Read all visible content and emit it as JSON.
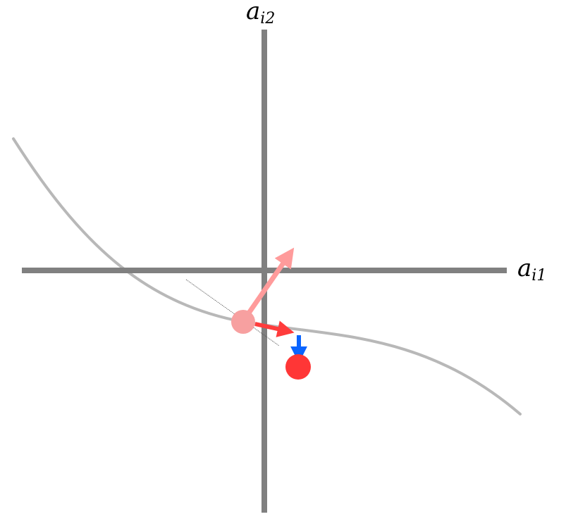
{
  "labels": {
    "y_axis": {
      "main": "a",
      "sub": "i2"
    },
    "x_axis": {
      "main": "a",
      "sub": "i1"
    }
  },
  "colors": {
    "axis": "#808080",
    "curve": "#b8b8b8",
    "tangent": "#555555",
    "gradient_arrow": "#ff9b9b",
    "start_point": "#f7a0a0",
    "step_arrow": "#ff3c3c",
    "projection_arrow": "#0a64ff",
    "end_point": "#ff3636"
  },
  "icons": {
    "start_point": "filled-circle",
    "end_point": "filled-circle",
    "arrows": "arrow-head"
  }
}
